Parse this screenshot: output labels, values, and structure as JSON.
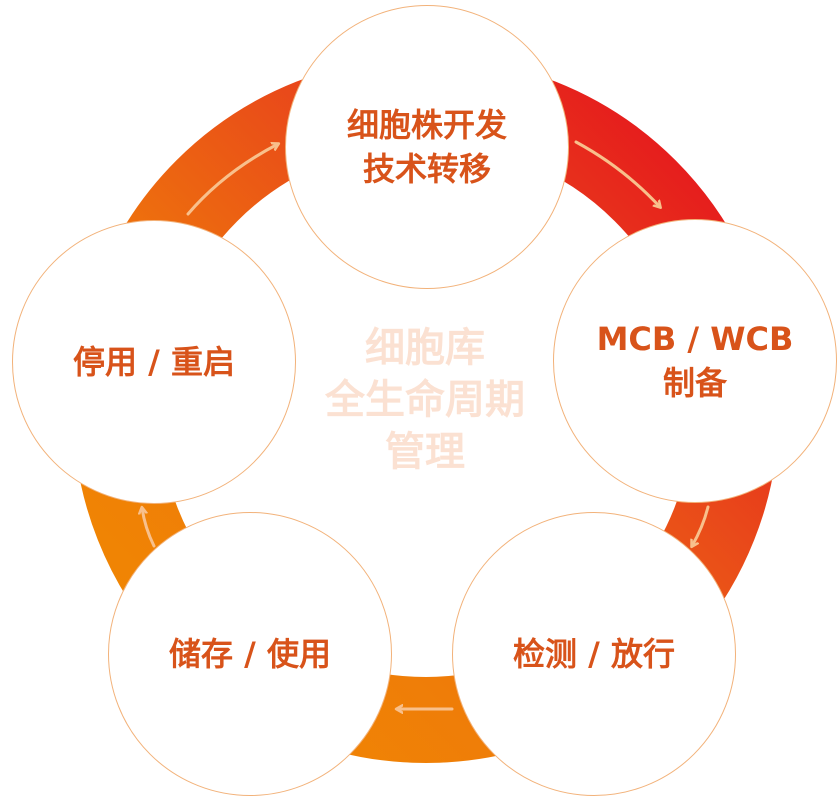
{
  "center": {
    "line1": "细胞库",
    "line2": "全生命周期",
    "line3": "管理"
  },
  "nodes": [
    {
      "line1": "细胞株开发",
      "line2": "技术转移"
    },
    {
      "line1": "MCB / WCB",
      "line2": "制备"
    },
    {
      "line1": "检测 / 放行",
      "line2": ""
    },
    {
      "line1": "储存 / 使用",
      "line2": ""
    },
    {
      "line1": "停用 / 重启",
      "line2": ""
    }
  ],
  "colors": {
    "ring_red": "#e50d1e",
    "ring_orange": "#f08a00",
    "node_text": "#d8531a",
    "node_border": "#f2b27a",
    "center_text": "#fbe1d2",
    "arrow": "#f8c08c"
  }
}
